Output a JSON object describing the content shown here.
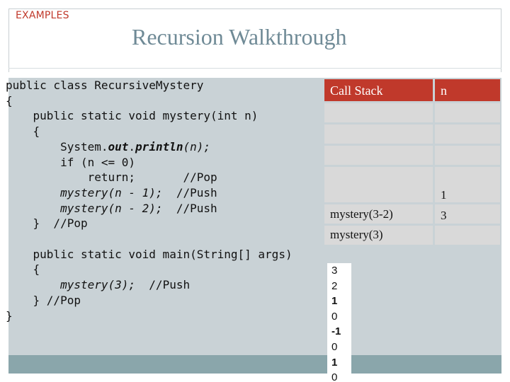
{
  "header": {
    "section_label": "EXAMPLES",
    "title": "Recursion Walkthrough"
  },
  "code": {
    "l1": "public class RecursiveMystery",
    "l2": "{",
    "l3": "    public static void mystery(int n)",
    "l4": "    {",
    "l5a": "        System.",
    "l5b": "out",
    "l5c": ".",
    "l5d": "println",
    "l5e": "(n);",
    "l6": "        if (n <= 0)",
    "l7": "            return;       //Pop",
    "l8a": "        mystery(n - 1);",
    "l8b": "  //Push",
    "l9a": "        mystery(n - 2);",
    "l9b": "  //Push",
    "l10": "    }  //Pop",
    "l11": "",
    "l12": "    public static void main(String[] args)",
    "l13": "    {",
    "l14a": "        mystery(3);",
    "l14b": "  //Push",
    "l15": "    } //Pop",
    "l16": "}"
  },
  "stack": {
    "header_call": "Call Stack",
    "header_n": "n",
    "rows": [
      {
        "call": "",
        "n": ""
      },
      {
        "call": "",
        "n": ""
      },
      {
        "call": "",
        "n": ""
      },
      {
        "call": "",
        "n": "1"
      },
      {
        "call": "mystery(3-2)",
        "n": "3"
      },
      {
        "call": "mystery(3)",
        "n": ""
      }
    ]
  },
  "output": {
    "lines": [
      "3",
      "2",
      "1",
      "0",
      "-1",
      "0",
      "1",
      "0"
    ],
    "bold": [
      false,
      false,
      true,
      false,
      true,
      false,
      true,
      false
    ]
  },
  "colors": {
    "accent": "#c0392b",
    "content_bg": "#c9d2d6",
    "cell_bg": "#d9d9d9",
    "title_color": "#6f8a96",
    "bottom_bar": "#8aa6ab"
  }
}
